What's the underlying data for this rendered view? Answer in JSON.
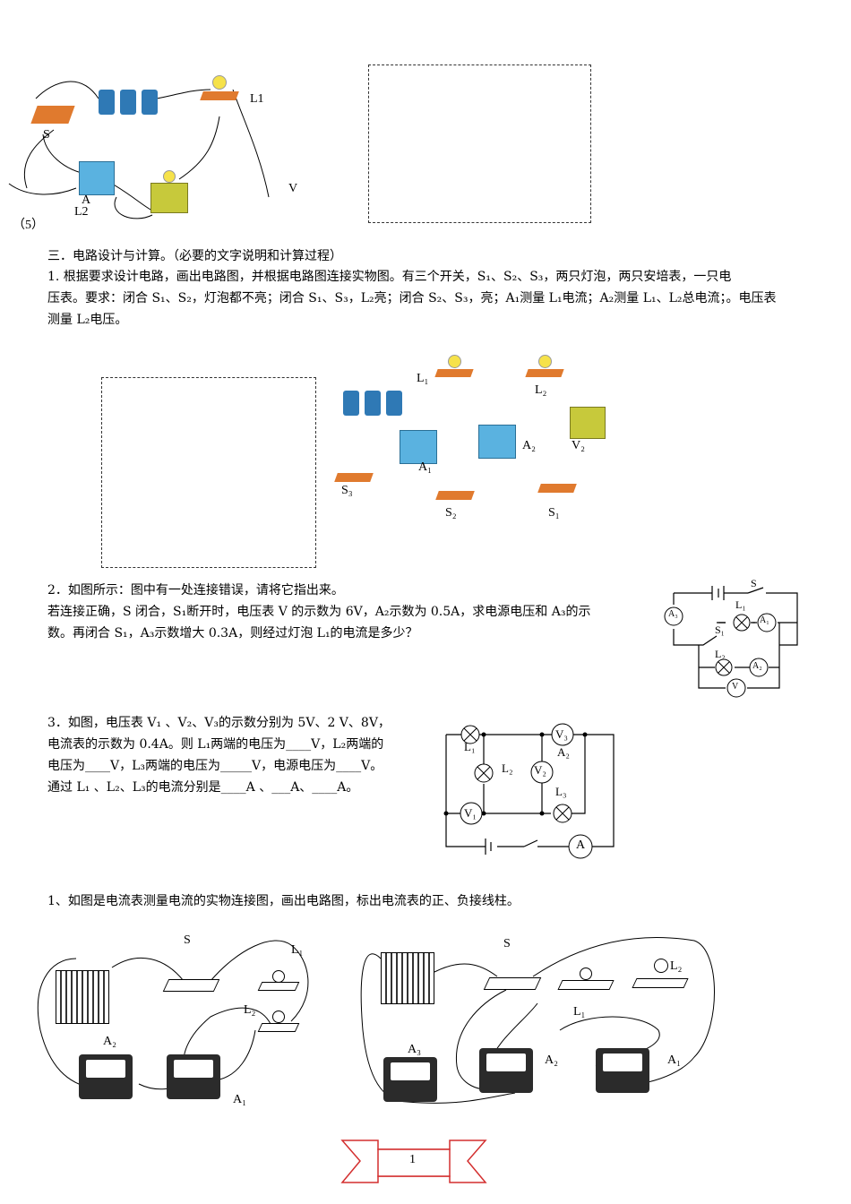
{
  "top": {
    "label_L1": "L1",
    "label_S": "S",
    "label_V": "V",
    "label_A": "A",
    "label_L2": "L2",
    "number": "（5）"
  },
  "section3": {
    "heading": "三．电路设计与计算。（必要的文字说明和计算过程）",
    "q1_line1": "1. 根据要求设计电路，画出电路图，并根据电路图连接实物图。有三个开关，S₁、S₂、S₃，两只灯泡，两只安培表，一只电",
    "q1_line2": "压表。要求：闭合 S₁、S₂，灯泡都不亮；闭合 S₁、S₃，L₂亮；闭合 S₂、S₃，亮；A₁测量 L₁电流；A₂测量 L₁、L₂总电流；。电压表",
    "q1_line3": "测量 L₂电压。",
    "parts": {
      "L1": "L₁",
      "L2": "L₂",
      "A1": "A₁",
      "A2": "A₂",
      "V2": "V₂",
      "S1": "S₁",
      "S2": "S₂",
      "S3": "S₃"
    }
  },
  "q2": {
    "line1": "2．如图所示：图中有一处连接错误，请将它指出来。",
    "line2": "若连接正确，S 闭合，S₁断开时，电压表 V 的示数为 6V，A₂示数为 0.5A，求电源电压和 A₃的示",
    "line3": "数。再闭合 S₁，A₃示数增大 0.3A，则经过灯泡 L₁的电流是多少？",
    "diagram": {
      "S": "S",
      "S1": "S₁",
      "L1": "L₁",
      "L2": "L₂",
      "A1": "A₁",
      "A2": "A₂",
      "A3": "A₃",
      "V": "V"
    }
  },
  "q3": {
    "line1": "3．如图，电压表 V₁ 、V₂、V₃的示数分别为 5V、2 V、8V，",
    "line2": "电流表的示数为 0.4A。则 L₁两端的电压为____V，L₂两端的",
    "line3": "电压为____V，L₃两端的电压为_____V，电源电压为____V。",
    "line4": "通过 L₁ 、L₂、L₃的电流分别是____A 、___A、____A。",
    "diagram": {
      "L1": "L₁",
      "L2": "L₂",
      "L3": "L₃",
      "V1": "V₁",
      "V2": "V₂",
      "V3": "V₃",
      "A": "A",
      "A2": "A₂"
    }
  },
  "q4": {
    "line": "1、如图是电流表测量电流的实物连接图，画出电路图，标出电流表的正、负接线柱。",
    "left": {
      "S": "S",
      "L1": "L₁",
      "L2": "L₂",
      "A1": "A₁",
      "A2": "A₂"
    },
    "right": {
      "S": "S",
      "L1": "L₁",
      "L2": "L₂",
      "A1": "A₁",
      "A2": "A₂",
      "A3": "A₃"
    }
  },
  "page_number": "1"
}
